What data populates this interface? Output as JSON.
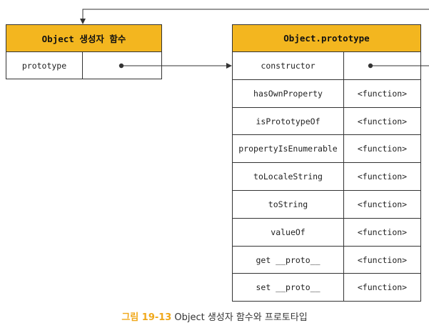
{
  "left_box": {
    "title": "Object 생성자 함수",
    "rows": [
      {
        "key": "prototype",
        "value": ""
      }
    ]
  },
  "right_box": {
    "title": "Object.prototype",
    "rows": [
      {
        "key": "constructor",
        "value": ""
      },
      {
        "key": "hasOwnProperty",
        "value": "<function>"
      },
      {
        "key": "isPrototypeOf",
        "value": "<function>"
      },
      {
        "key": "propertyIsEnumerable",
        "value": "<function>"
      },
      {
        "key": "toLocaleString",
        "value": "<function>"
      },
      {
        "key": "toString",
        "value": "<function>"
      },
      {
        "key": "valueOf",
        "value": "<function>"
      },
      {
        "key": "get __proto__",
        "value": "<function>"
      },
      {
        "key": "set __proto__",
        "value": "<function>"
      }
    ]
  },
  "caption": {
    "figure": "그림 19-13",
    "text": "Object 생성자 함수와 프로토타입"
  },
  "colors": {
    "header": "#f3b61f",
    "line": "#333333",
    "caption_accent": "#f0a81a"
  }
}
